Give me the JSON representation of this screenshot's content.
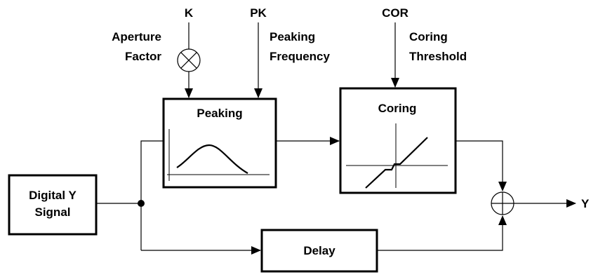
{
  "inputs": {
    "k": {
      "symbol": "K",
      "line1": "Aperture",
      "line2": "Factor"
    },
    "pk": {
      "symbol": "PK",
      "line1": "Peaking",
      "line2": "Frequency"
    },
    "cor": {
      "symbol": "COR",
      "line1": "Coring",
      "line2": "Threshold"
    }
  },
  "blocks": {
    "source": {
      "line1": "Digital Y",
      "line2": "Signal"
    },
    "peaking": "Peaking",
    "coring": "Coring",
    "delay": "Delay"
  },
  "output": "Y"
}
